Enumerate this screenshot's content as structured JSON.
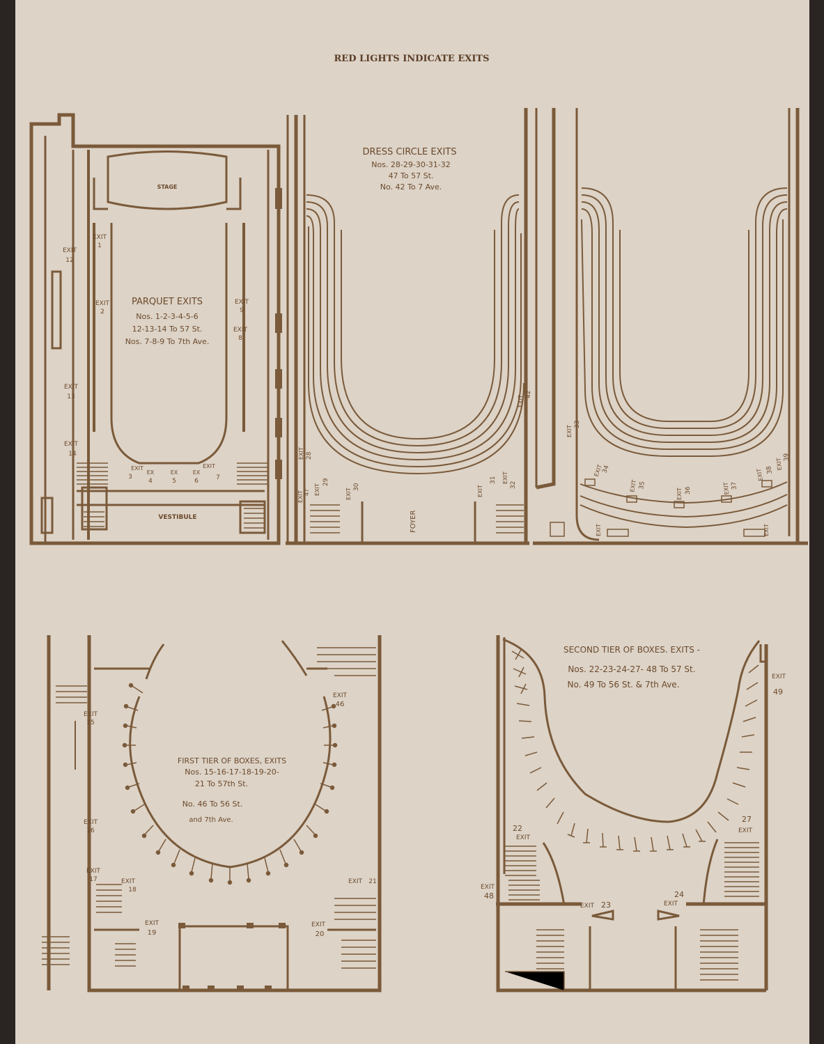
{
  "header": {
    "title": "RED LIGHTS INDICATE EXITS"
  },
  "parquet": {
    "stage": "STAGE",
    "vestibule": "VESTIBULE",
    "title": "PARQUET EXITS",
    "lines": [
      "Nos. 1-2-3-4-5-6",
      "12-13-14 To 57 St.",
      "Nos. 7-8-9 To 7th Ave."
    ],
    "exits": {
      "e1": "1",
      "e2": "2",
      "e9": "9",
      "e8": "8",
      "e12": "12",
      "e13": "13",
      "e14": "14",
      "e3": "3",
      "e4": "4",
      "e5": "5",
      "e6": "6",
      "e7": "7"
    }
  },
  "dress_circle": {
    "title": "DRESS CIRCLE EXITS",
    "lines": [
      "Nos. 28-29-30-31-32",
      "47 To 57 St.",
      "No. 42 To 7 Ave."
    ],
    "foyer": "FOYER",
    "exits": {
      "e28": "28",
      "e47": "47",
      "e29": "29",
      "e30": "30",
      "e31": "31",
      "e32": "32",
      "e42": "42"
    }
  },
  "balcony": {
    "exits": {
      "e33": "33",
      "e34": "34",
      "e35": "35",
      "e36": "36",
      "e37": "37",
      "e38": "38",
      "e39": "39"
    }
  },
  "first_tier": {
    "title": "FIRST TIER OF BOXES, EXITS",
    "lines": [
      "Nos. 15-16-17-18-19-20-",
      "21 To 57th St.",
      "No. 46 To 56 St.",
      "and 7th Ave."
    ],
    "exits": {
      "e15": "15",
      "e16": "16",
      "e17": "17",
      "e18": "18",
      "e19": "19",
      "e20": "20",
      "e21": "21",
      "e46": "46"
    }
  },
  "second_tier": {
    "title": "SECOND TIER OF BOXES. EXITS -",
    "lines": [
      "Nos. 22-23-24-27- 48 To 57 St.",
      "No. 49 To 56 St. & 7th Ave."
    ],
    "exits": {
      "e22": "22",
      "e23": "23",
      "e24": "24",
      "e27": "27",
      "e48": "48",
      "e49": "49"
    }
  },
  "exit_word": "EXIT",
  "exit_abbr": "EX"
}
